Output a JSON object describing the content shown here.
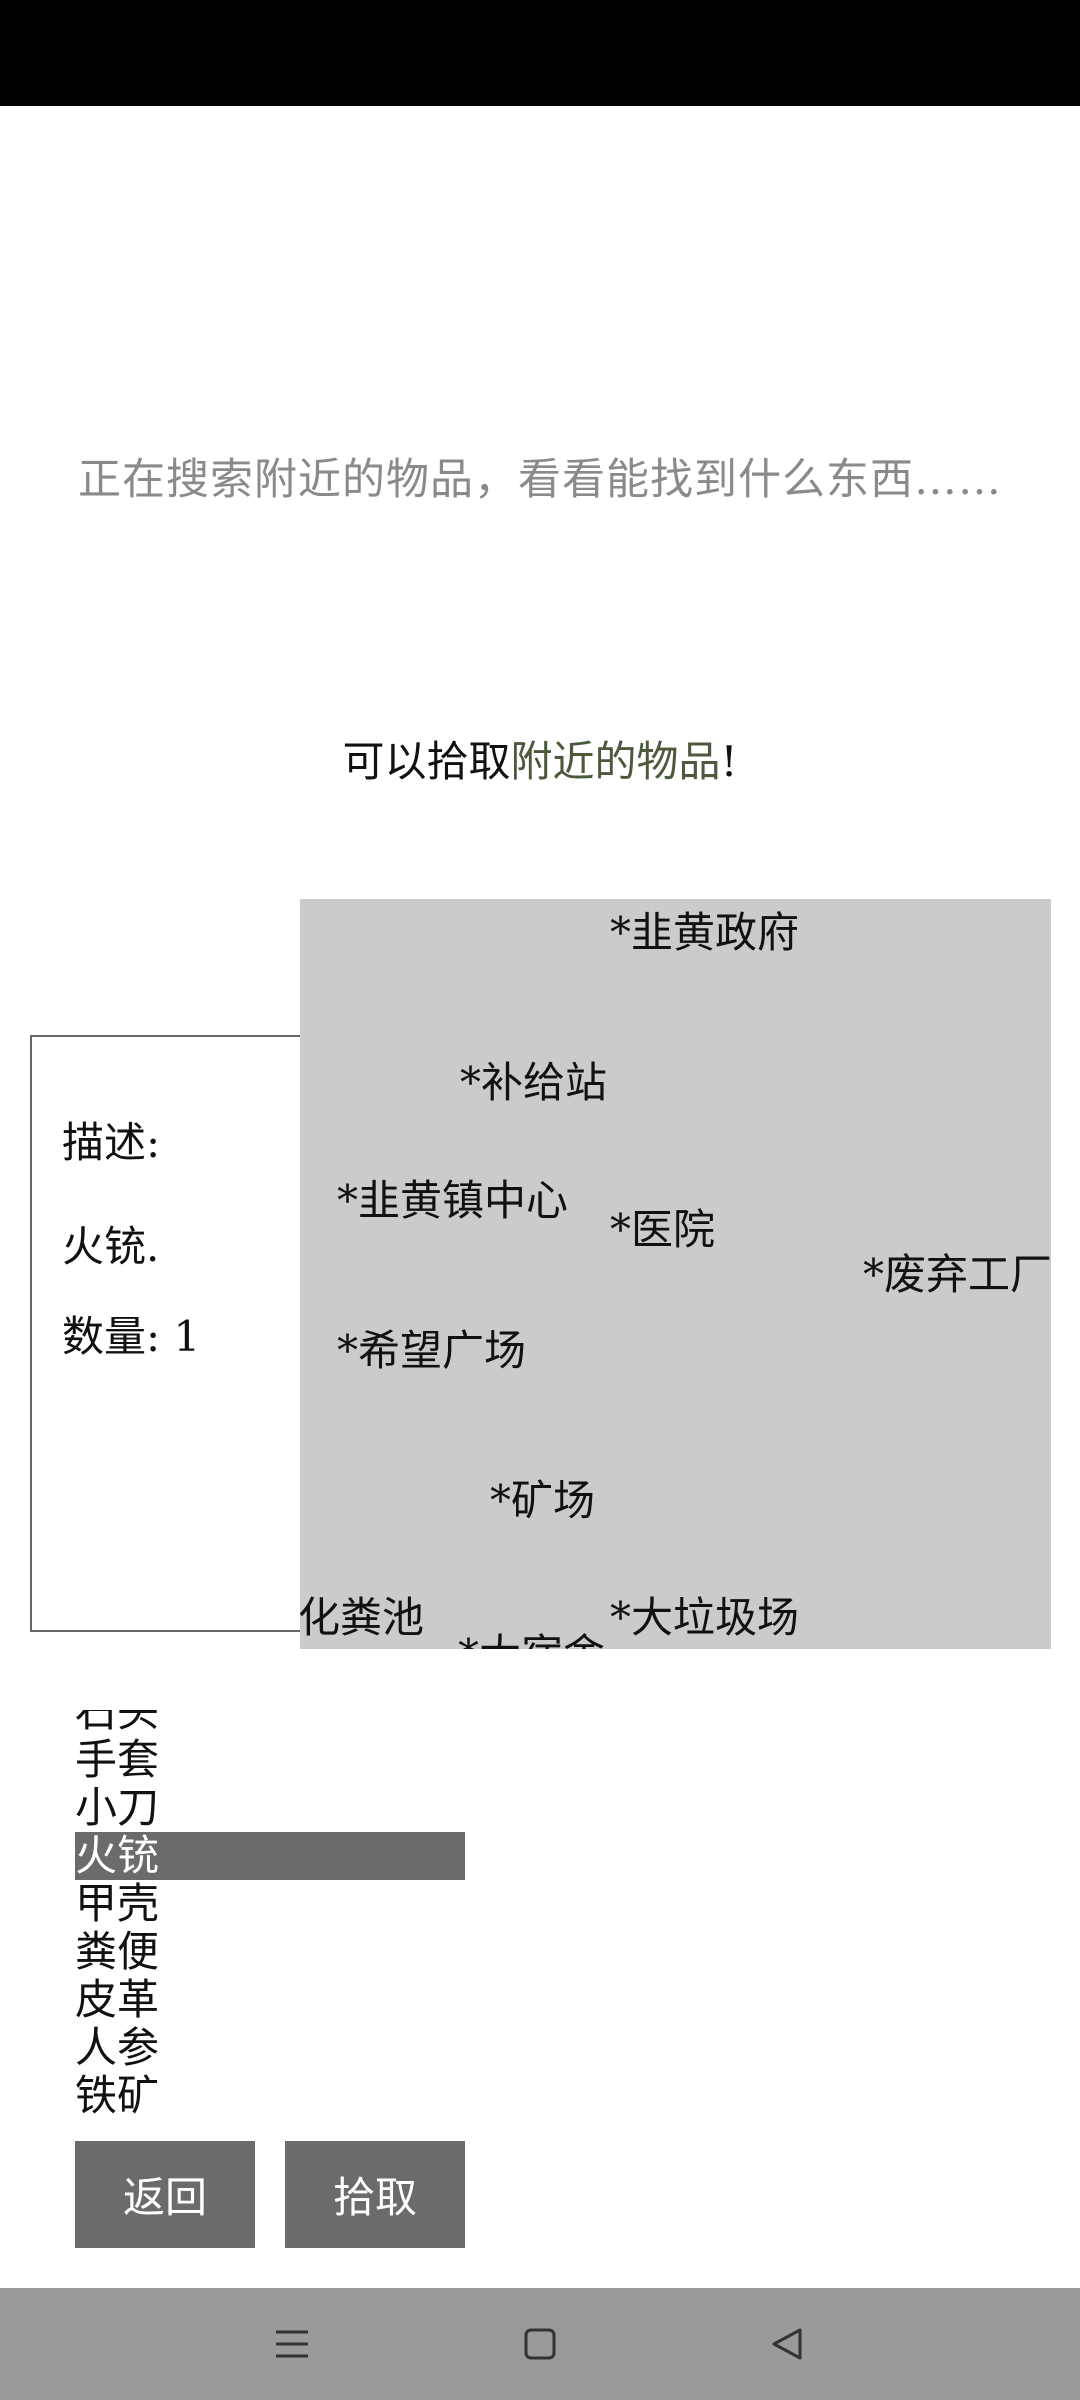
{
  "search_message": "正在搜索附近的物品，看看能找到什么东西……",
  "pickup_message": {
    "prefix": "可以拾取",
    "highlight": "附近的物品",
    "suffix": "!"
  },
  "description": {
    "label": "描述:",
    "item": "火铳.",
    "quantity": "数量: 1"
  },
  "map_locations": [
    "*韭黄政府",
    "*补给站",
    "*韭黄镇中心",
    "*医院",
    "*废弃工厂",
    "*希望广场",
    "*矿场",
    "化粪池",
    "*大宿舍",
    "*大垃圾场"
  ],
  "items": [
    "石头",
    "手套",
    "小刀",
    "火铳",
    "甲壳",
    "粪便",
    "皮革",
    "人参",
    "铁矿"
  ],
  "selected_item": "火铳",
  "buttons": {
    "back": "返回",
    "pickup": "拾取"
  },
  "nav": {
    "menu_icon": "menu-icon",
    "home_icon": "home-icon",
    "back_icon": "back-triangle-icon"
  },
  "colors": {
    "status_bar": "#000000",
    "map_bg": "#cccbcc",
    "button_bg": "#6b6b6b",
    "nav_bar": "#9a9a9a",
    "highlight_text": "#4b5a3c"
  }
}
